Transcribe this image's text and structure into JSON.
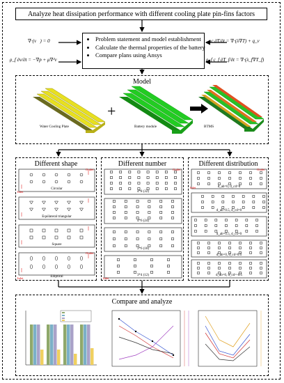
{
  "title": "Analyze heat dissipation performance with different cooling plate pin-fins factors",
  "steps": [
    "Problem statement and model establishment",
    "Calculate the thermal properties of the battery",
    "Compare plans using Ansys"
  ],
  "equations": {
    "left_top": "∇·(v⃗) = 0",
    "left_bottom": "ρ_f ∂v/∂t = −∇p + μ∇²v⃗",
    "right_top": "ρc ∂T/∂t = ∇·(λ∇T) + q_v",
    "right_bottom": "ρ_f c_f ∂T_f/∂t = ∇·(λ_f∇T_f)"
  },
  "model": {
    "title": "Model",
    "plus": "+",
    "labels": [
      "Water Cooling Plate",
      "Battery module",
      "BTMS"
    ]
  },
  "shape": {
    "title": "Different shape",
    "captions": [
      "Circular",
      "Equilateral triangular",
      "Square",
      "Elliptical"
    ]
  },
  "number": {
    "title": "Different number",
    "captions": [
      "4*8 (32)",
      "4*6 (24)",
      "3*6 (18)",
      "3*4 (12)"
    ]
  },
  "distribution": {
    "title": "Different distribution",
    "captions": [
      "d_ab=0, d_cd=0",
      "d_ab=0.5, d_cd=0",
      "d_ab=0.5, d_cd=0",
      "d_ab=0, d_cd=0.5",
      "d_ab=0, d_cd=-0.5"
    ]
  },
  "flow": {
    "inlet": "Inlet",
    "outlet": "Outlet"
  },
  "compare": {
    "title": "Compare and analyze"
  },
  "colors": {
    "inlet": "#dd0000",
    "plate_yellow": "#e8e020",
    "module_green": "#22cc22",
    "bar_series": [
      "#8fa86b",
      "#7bb0c8",
      "#a9a2c8",
      "#f0d060"
    ]
  }
}
